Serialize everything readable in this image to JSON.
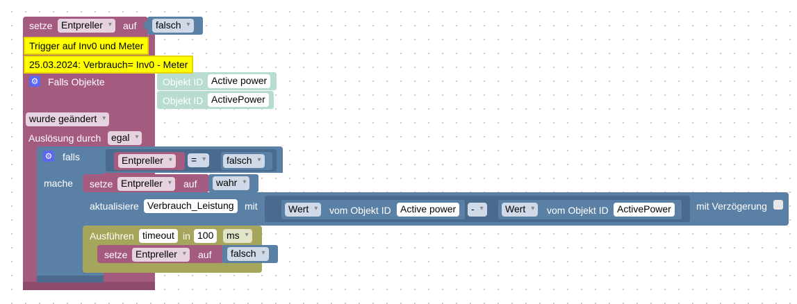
{
  "colors": {
    "event_block": "#a55b80",
    "logic_block": "#5b80a5",
    "timeout_block": "#a5a55b",
    "object_id_block": "#b8dcd1",
    "comment": "#ffff00"
  },
  "top_set": {
    "label_set": "setze",
    "variable": "Entpreller",
    "label_to": "auf",
    "value": "falsch"
  },
  "comments": [
    "Trigger auf Inv0 und Meter",
    "25.03.2024: Verbrauch= Inv0 - Meter"
  ],
  "trigger": {
    "label": "Falls Objekte",
    "object_id_label": "Objekt ID",
    "objects": [
      "Active power",
      "ActivePower"
    ],
    "condition": "wurde geändert",
    "trigger_by_label": "Auslösung durch",
    "trigger_by_value": "egal"
  },
  "if_block": {
    "label_if": "falls",
    "label_do": "mache",
    "compare_left": "Entpreller",
    "operator": "=",
    "compare_right": "falsch"
  },
  "set_true": {
    "label_set": "setze",
    "variable": "Entpreller",
    "label_to": "auf",
    "value": "wahr"
  },
  "update": {
    "label": "aktualisiere",
    "target": "Verbrauch_Leistung",
    "label_with": "mit",
    "left_value": "Wert",
    "left_from": "vom Objekt ID",
    "left_object": "Active power",
    "operator": "-",
    "right_value": "Wert",
    "right_from": "vom Objekt ID",
    "right_object": "ActivePower",
    "delay_label": "mit Verzögerung"
  },
  "timeout": {
    "label": "Ausführen",
    "name": "timeout",
    "label_in": "in",
    "value": "100",
    "unit": "ms"
  },
  "set_false": {
    "label_set": "setze",
    "variable": "Entpreller",
    "label_to": "auf",
    "value": "falsch"
  },
  "icons": [
    "gear-icon",
    "gear-icon"
  ]
}
